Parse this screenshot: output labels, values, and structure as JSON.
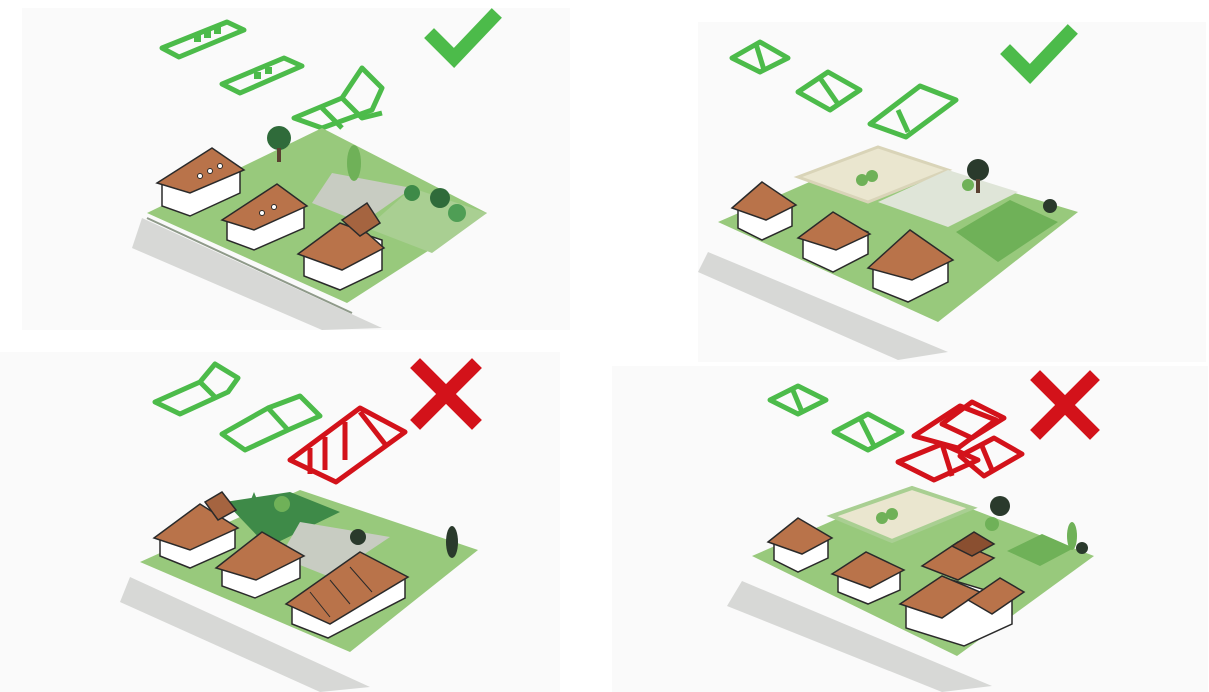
{
  "colors": {
    "good": "#4cbb4a",
    "bad": "#d3121a",
    "lawn": "#98c97c",
    "lawn_dark": "#6fb158",
    "path": "#c8ccc2",
    "road": "#d7d8d6",
    "roof": "#b9734a",
    "roof_dark": "#8a4f30",
    "wall": "#ffffff",
    "tree": "#2f6b3a",
    "outline": "#2a2a2a"
  },
  "panels": [
    {
      "id": "top-left",
      "verdict": "approved",
      "mark_icon": "checkmark-icon",
      "roof_icons": [
        "gable-roof-icon",
        "gable-roof-icon",
        "cross-gable-roof-icon"
      ]
    },
    {
      "id": "top-right",
      "verdict": "approved",
      "mark_icon": "checkmark-icon",
      "roof_icons": [
        "hip-roof-icon",
        "hip-roof-icon",
        "hip-roof-icon"
      ]
    },
    {
      "id": "bottom-left",
      "verdict": "rejected",
      "mark_icon": "cross-icon",
      "roof_icons": [
        "cross-gable-roof-icon",
        "cross-gable-roof-icon",
        "long-gable-roof-icon"
      ]
    },
    {
      "id": "bottom-right",
      "verdict": "rejected",
      "mark_icon": "cross-icon",
      "roof_icons": [
        "hip-roof-icon",
        "hip-roof-icon",
        "complex-hip-roof-icon"
      ]
    }
  ]
}
